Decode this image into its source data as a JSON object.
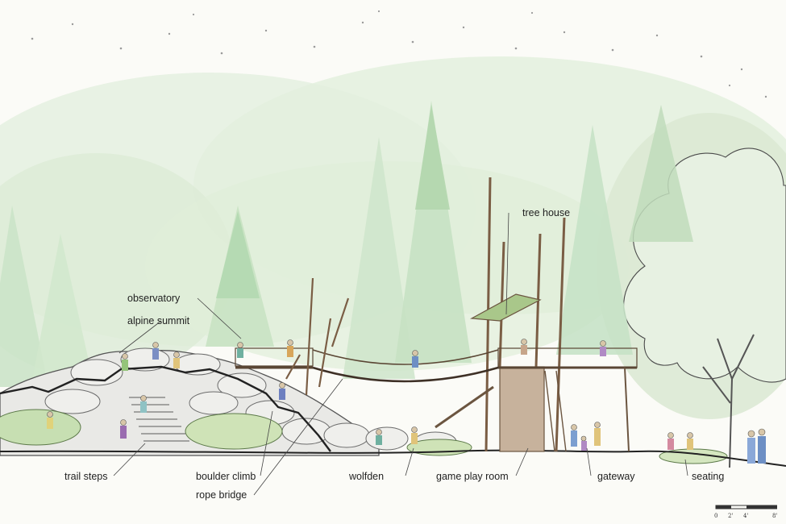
{
  "labels": {
    "observatory": "observatory",
    "alpine_summit": "alpine summit",
    "tree_house": "tree house",
    "trail_steps": "trail steps",
    "boulder_climb": "boulder climb",
    "rope_bridge": "rope bridge",
    "wolfden": "wolfden",
    "game_play_room": "game play room",
    "gateway": "gateway",
    "seating": "seating"
  },
  "scale_bar": {
    "ticks": [
      "0",
      "2'",
      "4'",
      "8'"
    ]
  },
  "colors": {
    "foliage_light": "#d9ecd2",
    "foliage_mid": "#b9dcb3",
    "conifer": "#9fcfa9",
    "rock": "#e4e4e0",
    "rock_line": "#6b6b6b",
    "wood": "#8a6a4c",
    "leader": "#444444"
  }
}
